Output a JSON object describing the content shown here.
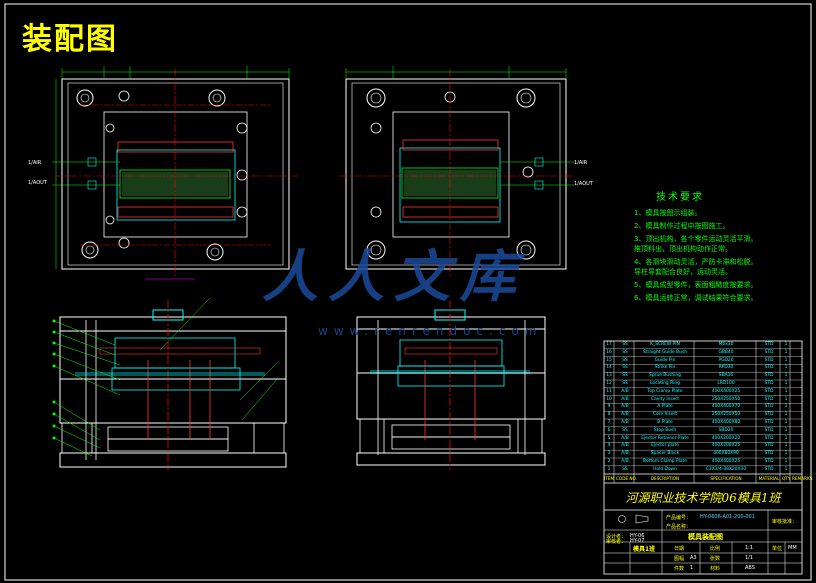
{
  "page": {
    "title": "装配图"
  },
  "technical_requirements": {
    "title": "技术要求",
    "items": [
      "1、模具按图示组装。",
      "2、模具制作过程中按图施工。",
      "3、顶出机构，各个零件运动灵活平滑。",
      "   推顶料出，顶出机构动作正常。",
      "4、各滑块滑动灵活，严防卡滞和松脱。",
      "   导柱导套配合良好，运动灵活。",
      "5、模具成型零件，表面粗糙度按要求。",
      "6、模具运转正常，调试结果符合要求。"
    ]
  },
  "bom": {
    "rows": [
      {
        "no": "17",
        "code": "SS",
        "desc": "K_SCREW PIN",
        "spec": "M6x30",
        "mat": "STD",
        "qty": "1",
        "remark": ""
      },
      {
        "no": "16",
        "code": "SS",
        "desc": "Straight Guide Bush",
        "spec": "GBB40",
        "mat": "STD",
        "qty": "1",
        "remark": ""
      },
      {
        "no": "15",
        "code": "SS",
        "desc": "Guide Pin",
        "spec": "PGD20",
        "mat": "STD",
        "qty": "1",
        "remark": ""
      },
      {
        "no": "14",
        "code": "SS",
        "desc": "Strike Pin",
        "spec": "RPD30",
        "mat": "STD",
        "qty": "1",
        "remark": ""
      },
      {
        "no": "13",
        "code": "SS",
        "desc": "Sprue Bushing",
        "spec": "SBA16",
        "mat": "STD",
        "qty": "1",
        "remark": ""
      },
      {
        "no": "12",
        "code": "SS",
        "desc": "Locating Ring",
        "spec": "LRD100",
        "mat": "STD",
        "qty": "1",
        "remark": ""
      },
      {
        "no": "11",
        "code": "A/B",
        "desc": "Top Clamp Plate",
        "spec": "400X400X25",
        "mat": "STD",
        "qty": "1",
        "remark": ""
      },
      {
        "no": "10",
        "code": "A/B",
        "desc": "Cavity Insert",
        "spec": "250X250X50",
        "mat": "STD",
        "qty": "1",
        "remark": ""
      },
      {
        "no": "9",
        "code": "A/B",
        "desc": "A Plate",
        "spec": "400X400X70",
        "mat": "STD",
        "qty": "1",
        "remark": ""
      },
      {
        "no": "8",
        "code": "A/B",
        "desc": "Core Insert",
        "spec": "250X250X50",
        "mat": "STD",
        "qty": "1",
        "remark": ""
      },
      {
        "no": "7",
        "code": "A/B",
        "desc": "B Plate",
        "spec": "400X400X80",
        "mat": "STD",
        "qty": "1",
        "remark": ""
      },
      {
        "no": "6",
        "code": "SS",
        "desc": "Stop Bush",
        "spec": "SBD20",
        "mat": "STD",
        "qty": "1",
        "remark": ""
      },
      {
        "no": "5",
        "code": "A/B",
        "desc": "Ejector Retainer Plate",
        "spec": "400X200X20",
        "mat": "STD",
        "qty": "1",
        "remark": ""
      },
      {
        "no": "4",
        "code": "A/B",
        "desc": "Ejector plate",
        "spec": "400X200X25",
        "mat": "STD",
        "qty": "1",
        "remark": ""
      },
      {
        "no": "3",
        "code": "A/B",
        "desc": "Spacer Block",
        "spec": "400X80X90",
        "mat": "STD",
        "qty": "1",
        "remark": ""
      },
      {
        "no": "2",
        "code": "A/B",
        "desc": "Bottom Clamp Plate",
        "spec": "400X400X25",
        "mat": "STD",
        "qty": "1",
        "remark": ""
      },
      {
        "no": "1",
        "code": "SS",
        "desc": "Hold Down",
        "spec": "C3X3/4-38X20X30",
        "mat": "STD",
        "qty": "1",
        "remark": ""
      }
    ],
    "header": {
      "no": "ITEM",
      "code": "CODE NO.",
      "desc": "DESCRIPTION",
      "spec": "SPECIFICATION",
      "mat": "MATERIAL",
      "qty": "QTY",
      "remark": "REMARKS"
    }
  },
  "title_block": {
    "school": "河源职业技术学院06模具1班",
    "product_code_label": "产品编号：",
    "product_code": "HY-0606-A01-200-001",
    "product_name_label": "产品名称：",
    "drawing_name": "模具装配图",
    "designer_label": "设计者：",
    "designer": "HY-06",
    "checker_label": "审核者：",
    "checker": "HY-07",
    "class_name": "模具1班",
    "date_label": "日期",
    "scale_label": "比例",
    "scale": "1:1",
    "sheet_label": "张数",
    "sheet": "1/1",
    "size_label": "图幅",
    "size": "A3",
    "count_label": "件数",
    "count": "1",
    "material_label": "材料",
    "material": "ABS",
    "unit_label": "单位",
    "unit": "MM",
    "note_label": "审核批准："
  },
  "view_labels": {
    "left_a": "1/AIR",
    "left_b": "1/AOUT",
    "right_a": "1/AIR",
    "right_b": "1/AOUT"
  },
  "watermark": {
    "text": "人人文库",
    "url": "www.renrendoc.com"
  },
  "colors": {
    "background": "#000000",
    "outline": "#ffffff",
    "title": "#ffff00",
    "dimension": "#00ff00",
    "centerline": "#ff0000",
    "part": "#00ffff",
    "watermark": "#1a4c9a"
  }
}
